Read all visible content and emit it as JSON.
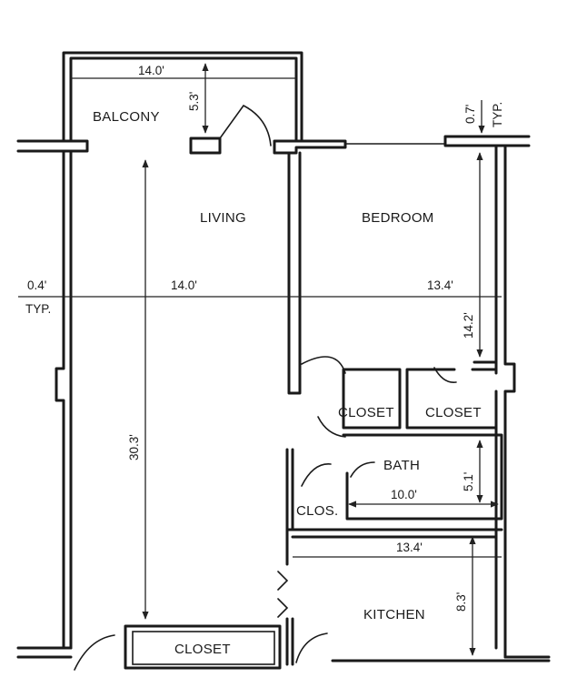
{
  "rooms": {
    "balcony": "BALCONY",
    "living": "LIVING",
    "bedroom": "BEDROOM",
    "closet_1": "CLOSET",
    "closet_2": "CLOSET",
    "bath": "BATH",
    "clos": "CLOS.",
    "kitchen": "KITCHEN",
    "closet_entry": "CLOSET"
  },
  "dimensions": {
    "balcony_width": "14.0'",
    "balcony_depth": "5.3'",
    "wall_offset": "0.7'",
    "wall_offset_note": "TYP.",
    "wall_thickness": "0.4'",
    "wall_thickness_note": "TYP.",
    "living_width": "14.0'",
    "bedroom_width": "13.4'",
    "bedroom_depth": "14.2'",
    "living_depth": "30.3'",
    "bath_width": "10.0'",
    "bath_depth": "5.1'",
    "kitchen_width": "13.4'",
    "kitchen_depth": "8.3'"
  }
}
